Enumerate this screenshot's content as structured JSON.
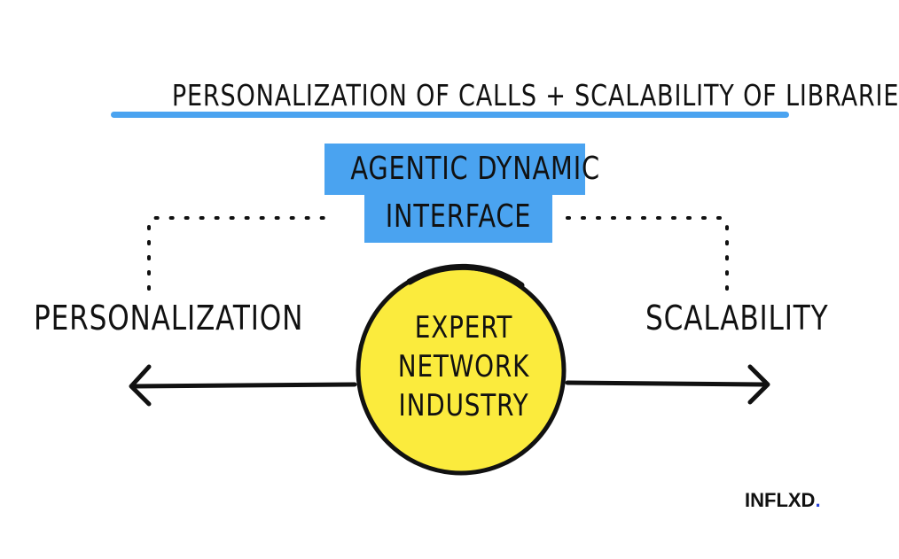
{
  "headline": {
    "text": "Personalization of calls + scalability of libraries",
    "underline_color": "#4aa3f0"
  },
  "agentic_box": {
    "line1": "Agentic Dynamic",
    "line2": "Interface",
    "color": "#4aa3f0"
  },
  "axis": {
    "left_label": "Personalization",
    "right_label": "Scalability"
  },
  "center": {
    "line1": "Expert",
    "line2": "Network",
    "line3": "Industry",
    "fill_color": "#fbeb3d"
  },
  "brand": {
    "name": "INFLXD",
    "dot": ".",
    "dot_color": "#2a44d8"
  }
}
